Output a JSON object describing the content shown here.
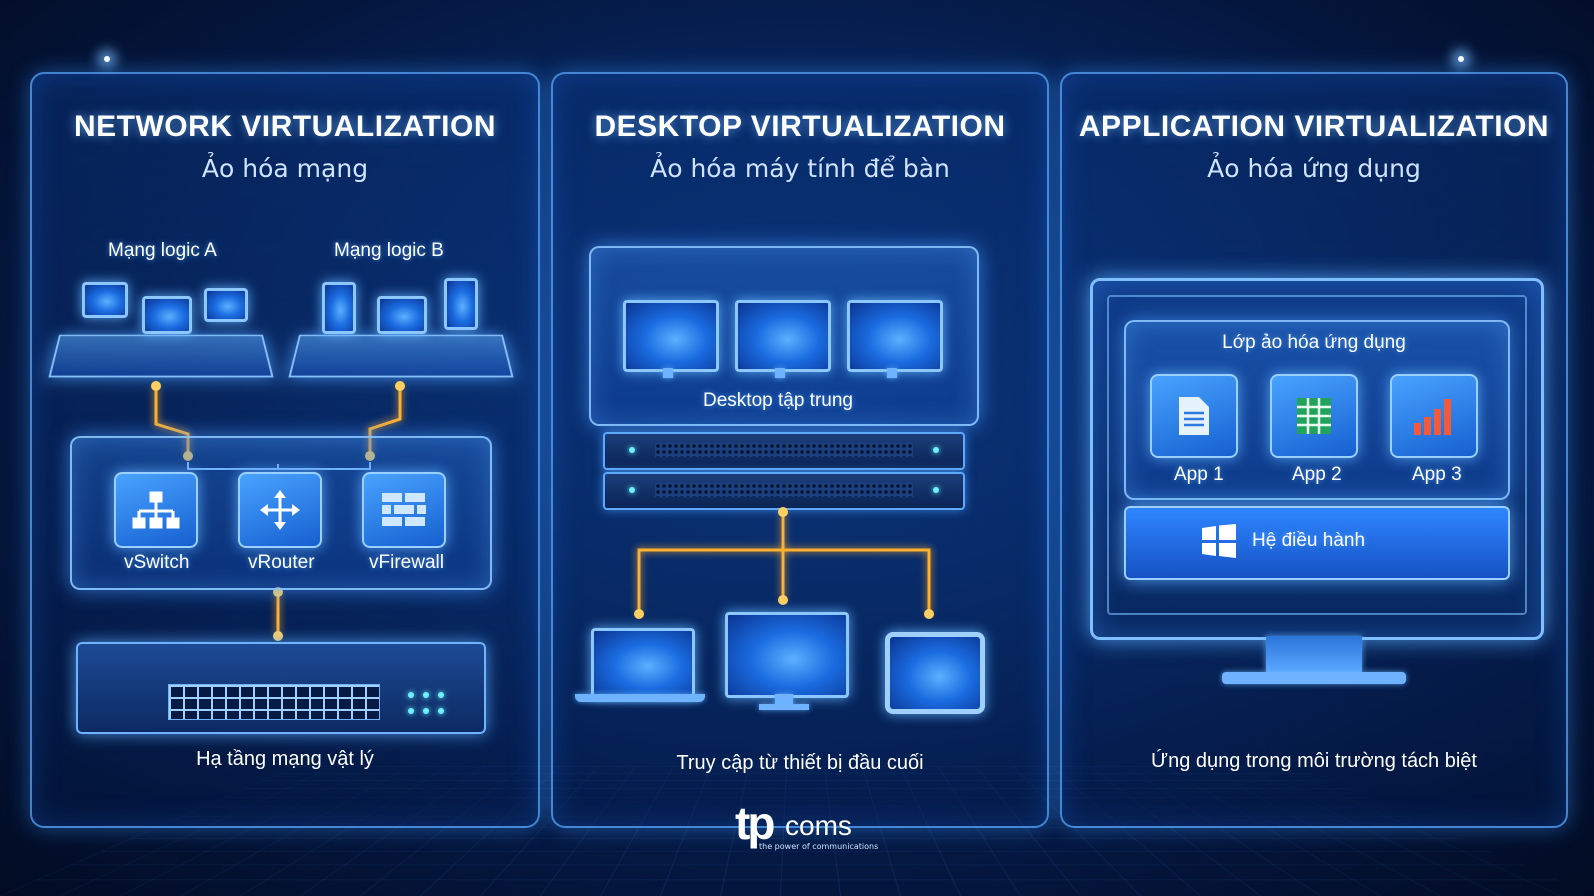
{
  "panels": {
    "network": {
      "title": "NETWORK VIRTUALIZATION",
      "subtitle": "Ảo hóa mạng",
      "logic_a": "Mạng logic A",
      "logic_b": "Mạng logic B",
      "vswitch": "vSwitch",
      "vrouter": "vRouter",
      "vfirewall": "vFirewall",
      "caption": "Hạ tầng mạng vật lý"
    },
    "desktop": {
      "title": "DESKTOP VIRTUALIZATION",
      "subtitle": "Ảo hóa máy tính để bàn",
      "central": "Desktop tập trung",
      "caption": "Truy cập từ thiết bị đầu cuối"
    },
    "application": {
      "title": "APPLICATION VIRTUALIZATION",
      "subtitle": "Ảo hóa ứng dụng",
      "layer": "Lớp ảo hóa ứng dụng",
      "apps": [
        "App 1",
        "App 2",
        "App 3"
      ],
      "os": "Hệ điều hành",
      "caption": "Ứng dụng trong môi trường tách biệt"
    }
  },
  "logo": {
    "mark": "tp",
    "word": "coms",
    "tagline": "the power of communications"
  },
  "colors": {
    "accent": "#5ea8ff",
    "connector": "#ffb02e",
    "background": "#04163d"
  }
}
